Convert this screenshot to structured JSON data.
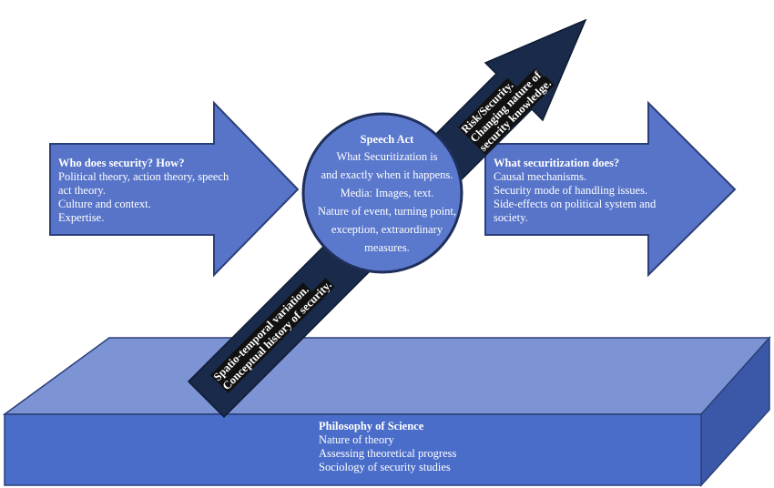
{
  "colors": {
    "block_front": "#4a6dc9",
    "block_top": "#7c93d4",
    "block_side": "#3b58a8",
    "arrow_fill": "#5774c9",
    "circle_fill": "#5a78cc",
    "outline": "#2b3f78",
    "diagonal_arrow": "#1a2a4a",
    "text": "#ffffff"
  },
  "left_box": {
    "heading": "Who does security? How?",
    "lines": [
      "Political theory, action theory, speech",
      "act theory.",
      "Culture and context.",
      "Expertise."
    ]
  },
  "center_circle": {
    "heading": "Speech Act",
    "lines": [
      "What Securitization is",
      "and exactly when it happens.",
      "Media: Images, text.",
      "Nature of event, turning point,",
      "exception, extraordinary",
      "measures."
    ]
  },
  "right_box": {
    "heading": "What securitization does?",
    "lines": [
      "Causal mechanisms.",
      "Security mode of handling issues.",
      "Side-effects on political system and",
      "society."
    ]
  },
  "diagonal_upper": {
    "lines": [
      "Risk/Security.",
      "Changing nature of",
      "security knowledge."
    ]
  },
  "diagonal_lower": {
    "lines": [
      "Spatio-temporal  variation.",
      "Conceptual history of security."
    ]
  },
  "bottom_block": {
    "heading": "Philosophy of Science",
    "lines": [
      "Nature of theory",
      "Assessing theoretical progress",
      "Sociology of security studies"
    ]
  }
}
